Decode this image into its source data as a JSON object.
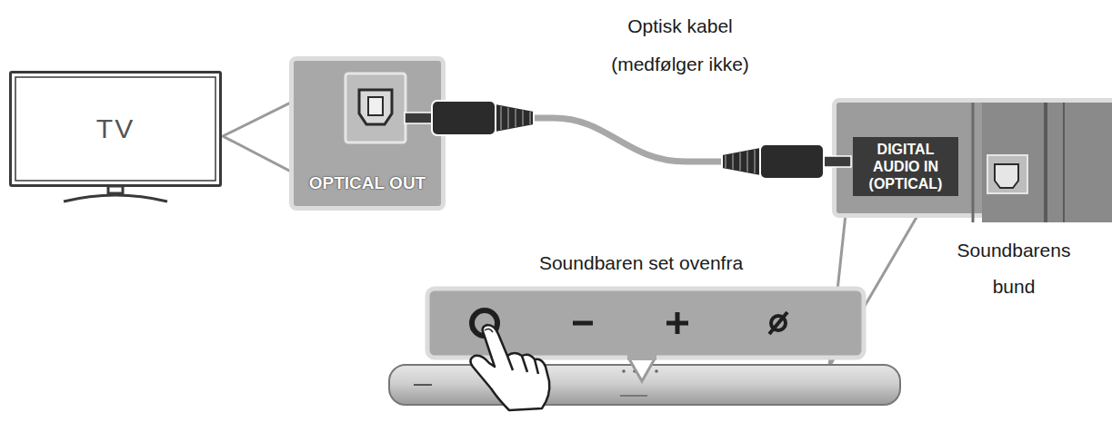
{
  "diagram": {
    "nodes": [
      {
        "text": [
          "TV"
        ]
      },
      {
        "text": [
          "OPTICAL OUT"
        ]
      },
      {
        "text": [
          "DIGITAL AUDIO IN (OPTICAL)"
        ]
      }
    ],
    "edges": [
      {
        "from": 1,
        "to": 2,
        "arrow": "none",
        "label": "Optisk kabel (medfølger ikke)"
      }
    ],
    "labels": [
      "Soundbaren set ovenfra",
      "Soundbarens bund"
    ]
  }
}
